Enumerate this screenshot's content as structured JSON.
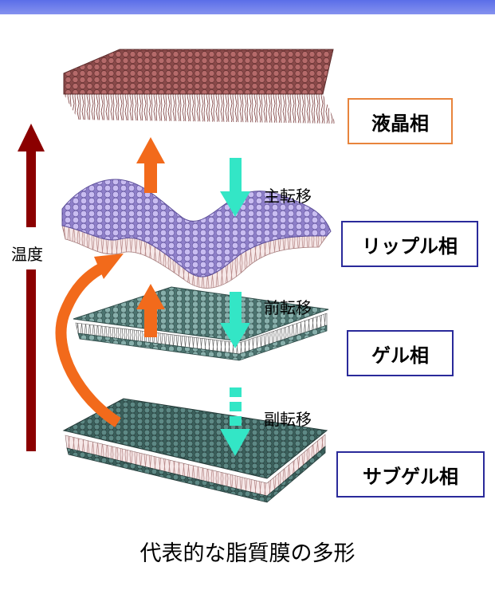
{
  "phases": {
    "liquid_crystal": "液晶相",
    "ripple": "リップル相",
    "gel": "ゲル相",
    "subgel": "サブゲル相"
  },
  "transitions": {
    "main": "主転移",
    "pre": "前転移",
    "sub": "副転移"
  },
  "axis_label": "温度",
  "caption": "代表的な脂質膜の多形",
  "colors": {
    "temperature_arrow": "#8b0000",
    "heating_arrow": "#f26a1b",
    "cooling_arrow": "#33e6c6",
    "liquid_head": "#9a5252",
    "ripple_head": "#b7a6e6",
    "gel_head": "#6f9b97",
    "subgel_head": "#4f7c78",
    "tail_brown": "#7a3a3a",
    "tail_pink": "#c9a3a3"
  }
}
